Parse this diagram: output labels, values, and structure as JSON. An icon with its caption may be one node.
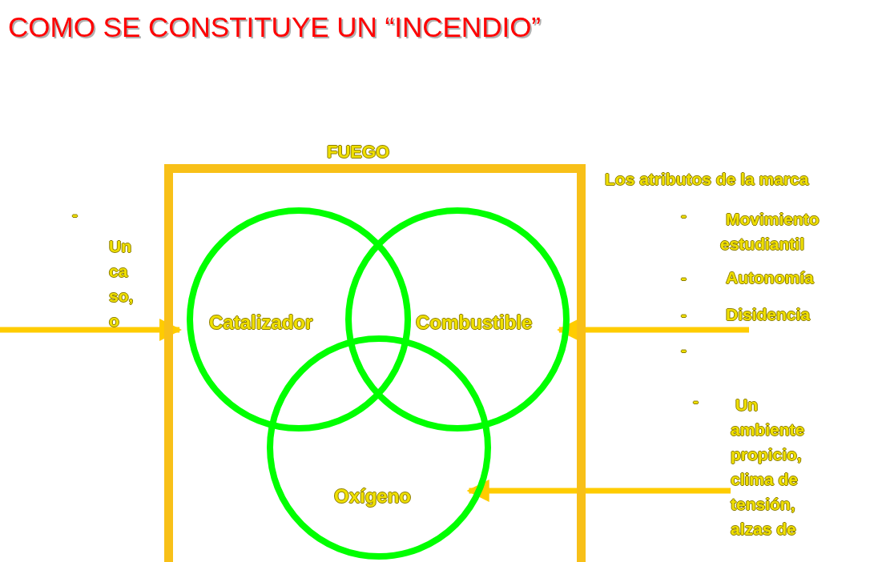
{
  "diagram": {
    "title": "COMO SE CONSTITUYE UN “INCENDIO”",
    "nodes": [
      {
        "text": [
          "FUEGO"
        ]
      },
      {
        "text": [
          "Catalizador"
        ],
        "in": 0
      },
      {
        "text": [
          "Combustible"
        ],
        "in": 0
      },
      {
        "text": [
          "Oxígeno"
        ],
        "in": 0
      },
      {
        "text": [
          "Un ambiente propicio, clima de tensión, alzas de"
        ]
      }
    ],
    "edges": [
      {
        "from": null,
        "to": 1,
        "arrow": "to"
      },
      {
        "from": null,
        "to": 2,
        "arrow": "to"
      },
      {
        "from": 4,
        "to": 3,
        "arrow": "to"
      }
    ],
    "labels": [
      "-",
      "Un caso, o",
      "Los atributos de la marca",
      "-",
      "Movimiento estudiantil",
      "-",
      "Autonomía",
      "-",
      "Disidencia",
      "-",
      "-"
    ]
  }
}
